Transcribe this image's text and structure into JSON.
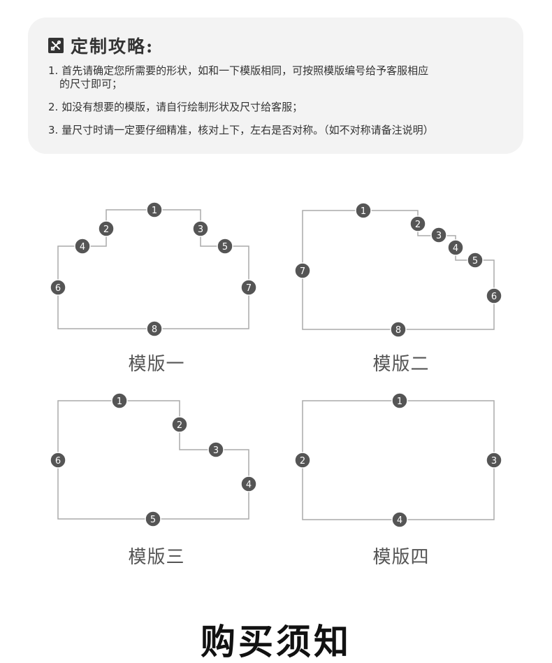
{
  "guide": {
    "icon": "tools-icon",
    "title": "定制攻略:",
    "steps": [
      {
        "line1": "1. 首先请确定您所需要的形状，如和一下模版相同，可按照模版编号给予客服相应",
        "line2": "的尺寸即可；"
      },
      {
        "line1": "2. 如没有想要的模版，请自行绘制形状及尺寸给客服；",
        "line2": ""
      },
      {
        "line1": "3. 量尺寸时请一定要仔细精准，核对上下，左右是否对称。（如不对称请备注说明）",
        "line2": ""
      }
    ]
  },
  "templates": [
    {
      "name": "模版一",
      "markers": [
        "1",
        "2",
        "3",
        "4",
        "5",
        "6",
        "7",
        "8"
      ]
    },
    {
      "name": "模版二",
      "markers": [
        "1",
        "2",
        "3",
        "4",
        "5",
        "6",
        "7",
        "8"
      ]
    },
    {
      "name": "模版三",
      "markers": [
        "1",
        "2",
        "3",
        "4",
        "5",
        "6"
      ]
    },
    {
      "name": "模版四",
      "markers": [
        "1",
        "2",
        "3",
        "4"
      ]
    }
  ],
  "colors": {
    "outline": "#aaaaaa",
    "marker": "#555555",
    "marker_text": "#ffffff",
    "panel": "#f3f3f3"
  },
  "section_title": "购买须知"
}
